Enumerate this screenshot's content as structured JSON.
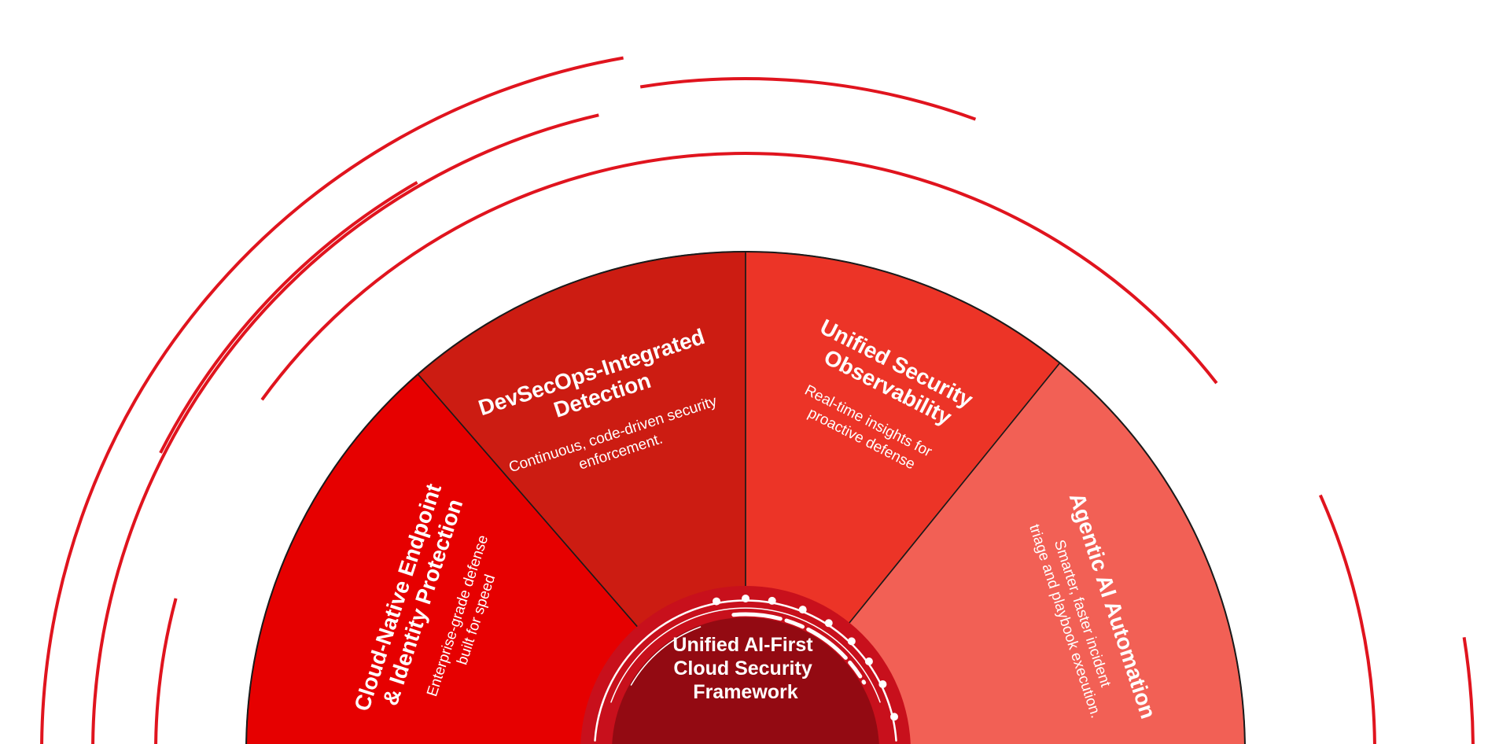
{
  "center": {
    "lines": [
      "Unified AI-First",
      "Cloud Security",
      "Framework"
    ]
  },
  "segments": [
    {
      "title_lines": [
        "Cloud-Native Endpoint",
        "& Identity Protection"
      ],
      "desc_lines": [
        "Enterprise-grade defense",
        "built for speed"
      ],
      "color": "#e60000"
    },
    {
      "title_lines": [
        "DevSecOps-Integrated",
        "Detection"
      ],
      "desc_lines": [
        "Continuous, code-driven security",
        "enforcement."
      ],
      "color": "#cc1c12"
    },
    {
      "title_lines": [
        "Unified Security",
        "Observability"
      ],
      "desc_lines": [
        "Real-time insights for",
        "proactive defense"
      ],
      "color": "#ec3427"
    },
    {
      "title_lines": [
        "Agentic AI Automation"
      ],
      "desc_lines": [
        "Smarter, faster incident",
        "triage and playbook execution."
      ],
      "color": "#f26055"
    }
  ],
  "colors": {
    "arc_line": "#e0141e",
    "hub_outer": "#c8101c",
    "hub_inner": "#930a12",
    "divider": "#1a1a1a"
  }
}
